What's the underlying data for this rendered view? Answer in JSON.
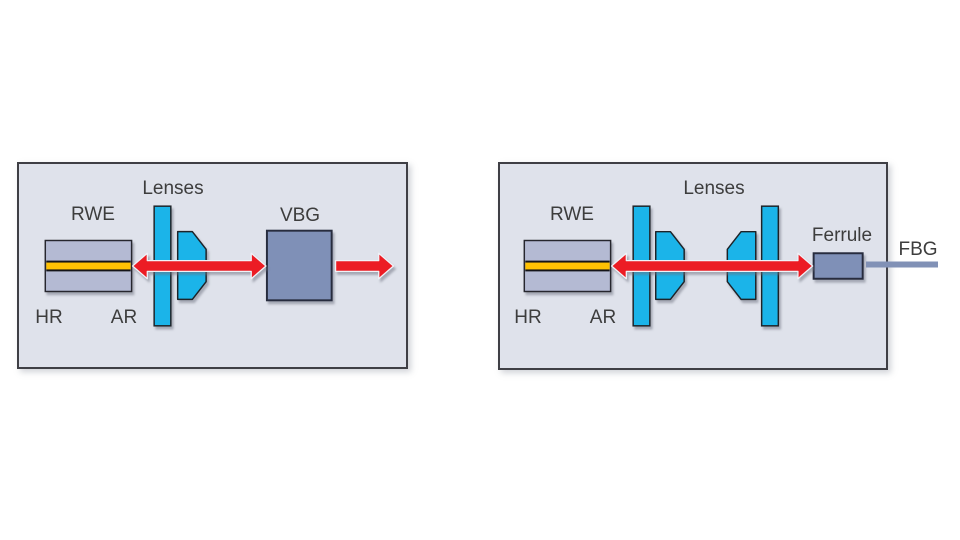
{
  "figure": {
    "description": "Two optical schematic panels: VBG-stabilized laser diode cavity (left) and FBG fiber-coupled laser diode cavity (right)"
  },
  "left_panel": {
    "lenses_label": "Lenses",
    "rwe_label": "RWE",
    "vbg_label": "VBG",
    "hr_label": "HR",
    "ar_label": "AR"
  },
  "right_panel": {
    "lenses_label": "Lenses",
    "rwe_label": "RWE",
    "ferrule_label": "Ferrule",
    "fbg_label": "FBG",
    "hr_label": "HR",
    "ar_label": "AR"
  },
  "colors": {
    "panel_background": "#dfe2eb",
    "panel_border": "#3f3f45",
    "chip_body": "#b4bad3",
    "chip_stripe_dark": "#141418",
    "chip_stripe_yellow": "#ffc103",
    "lens_cyan": "#1bb4e9",
    "vbg_fill": "#7f90b7",
    "ferrule_fill": "#7f90b7",
    "beam_red": "#ec1c24",
    "fiber_gray_blue": "#8191b6",
    "text": "#3d3d3d"
  }
}
